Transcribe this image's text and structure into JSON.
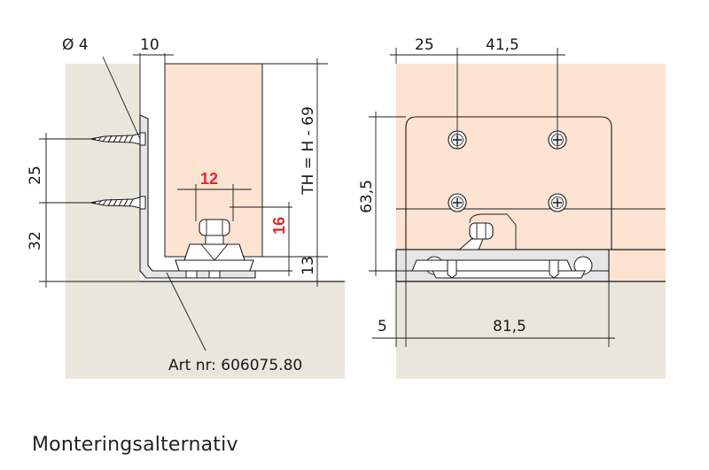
{
  "caption": "Monteringsalternativ",
  "colors": {
    "wall": "#e9e6dc",
    "panel": "#fce3d2",
    "bracket": "#e6e6e6",
    "highlight": "#e3262b",
    "line": "#1a1a1a"
  },
  "left_view": {
    "dims": {
      "hole_diameter": "Ø 4",
      "offset": "10",
      "upper_spacing": "25",
      "lower_spacing": "32",
      "depth": "12",
      "height": "16",
      "height_formula": "TH = H - 69",
      "base": "13"
    },
    "article_label": "Art nr: 606075.80"
  },
  "right_view": {
    "dims": {
      "first_offset": "25",
      "hole_spacing": "41,5",
      "plate_height": "63,5",
      "edge_offset": "5",
      "plate_width": "81,5"
    }
  }
}
